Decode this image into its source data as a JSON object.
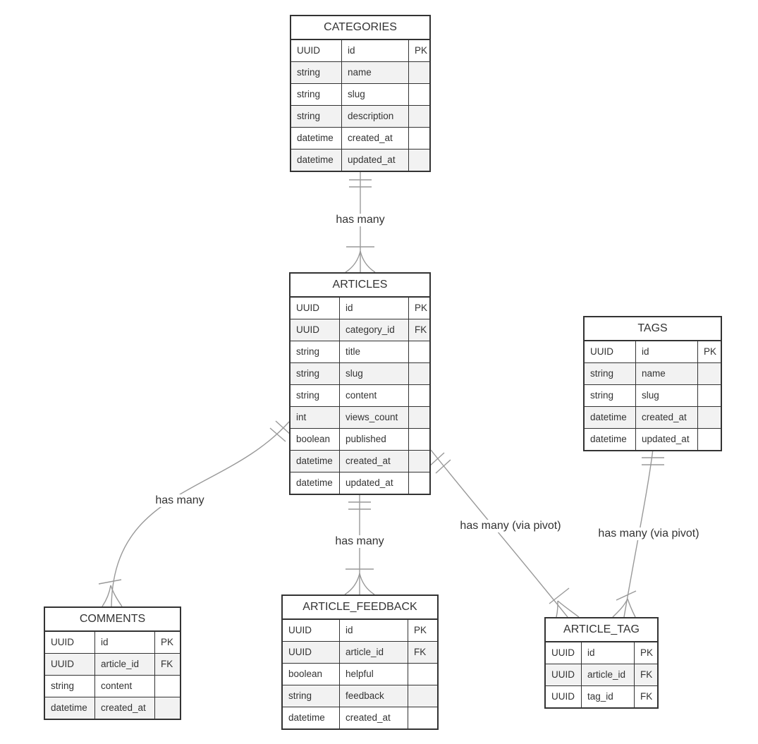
{
  "colors": {
    "background": "#ffffff",
    "table_border": "#333333",
    "row_alt_background": "#f2f2f2",
    "relationship_line": "#999999",
    "text": "#333333"
  },
  "entities": [
    {
      "title": "CATEGORIES",
      "rows": [
        [
          "UUID",
          "id",
          "PK"
        ],
        [
          "string",
          "name",
          ""
        ],
        [
          "string",
          "slug",
          ""
        ],
        [
          "string",
          "description",
          ""
        ],
        [
          "datetime",
          "created_at",
          ""
        ],
        [
          "datetime",
          "updated_at",
          ""
        ]
      ]
    },
    {
      "title": "ARTICLES",
      "rows": [
        [
          "UUID",
          "id",
          "PK"
        ],
        [
          "UUID",
          "category_id",
          "FK"
        ],
        [
          "string",
          "title",
          ""
        ],
        [
          "string",
          "slug",
          ""
        ],
        [
          "string",
          "content",
          ""
        ],
        [
          "int",
          "views_count",
          ""
        ],
        [
          "boolean",
          "published",
          ""
        ],
        [
          "datetime",
          "created_at",
          ""
        ],
        [
          "datetime",
          "updated_at",
          ""
        ]
      ]
    },
    {
      "title": "TAGS",
      "rows": [
        [
          "UUID",
          "id",
          "PK"
        ],
        [
          "string",
          "name",
          ""
        ],
        [
          "string",
          "slug",
          ""
        ],
        [
          "datetime",
          "created_at",
          ""
        ],
        [
          "datetime",
          "updated_at",
          ""
        ]
      ]
    },
    {
      "title": "COMMENTS",
      "rows": [
        [
          "UUID",
          "id",
          "PK"
        ],
        [
          "UUID",
          "article_id",
          "FK"
        ],
        [
          "string",
          "content",
          ""
        ],
        [
          "datetime",
          "created_at",
          ""
        ]
      ]
    },
    {
      "title": "ARTICLE_FEEDBACK",
      "rows": [
        [
          "UUID",
          "id",
          "PK"
        ],
        [
          "UUID",
          "article_id",
          "FK"
        ],
        [
          "boolean",
          "helpful",
          ""
        ],
        [
          "string",
          "feedback",
          ""
        ],
        [
          "datetime",
          "created_at",
          ""
        ]
      ]
    },
    {
      "title": "ARTICLE_TAG",
      "rows": [
        [
          "UUID",
          "id",
          "PK"
        ],
        [
          "UUID",
          "article_id",
          "FK"
        ],
        [
          "UUID",
          "tag_id",
          "FK"
        ]
      ]
    }
  ],
  "relationships": [
    {
      "from": "CATEGORIES",
      "to": "ARTICLES",
      "label": "has many",
      "cardinality": "one-to-many"
    },
    {
      "from": "ARTICLES",
      "to": "COMMENTS",
      "label": "has many",
      "cardinality": "one-to-many"
    },
    {
      "from": "ARTICLES",
      "to": "ARTICLE_FEEDBACK",
      "label": "has many",
      "cardinality": "one-to-many"
    },
    {
      "from": "ARTICLES",
      "to": "ARTICLE_TAG",
      "label": "has many (via pivot)",
      "cardinality": "one-to-many"
    },
    {
      "from": "TAGS",
      "to": "ARTICLE_TAG",
      "label": "has many (via pivot)",
      "cardinality": "one-to-many"
    }
  ]
}
